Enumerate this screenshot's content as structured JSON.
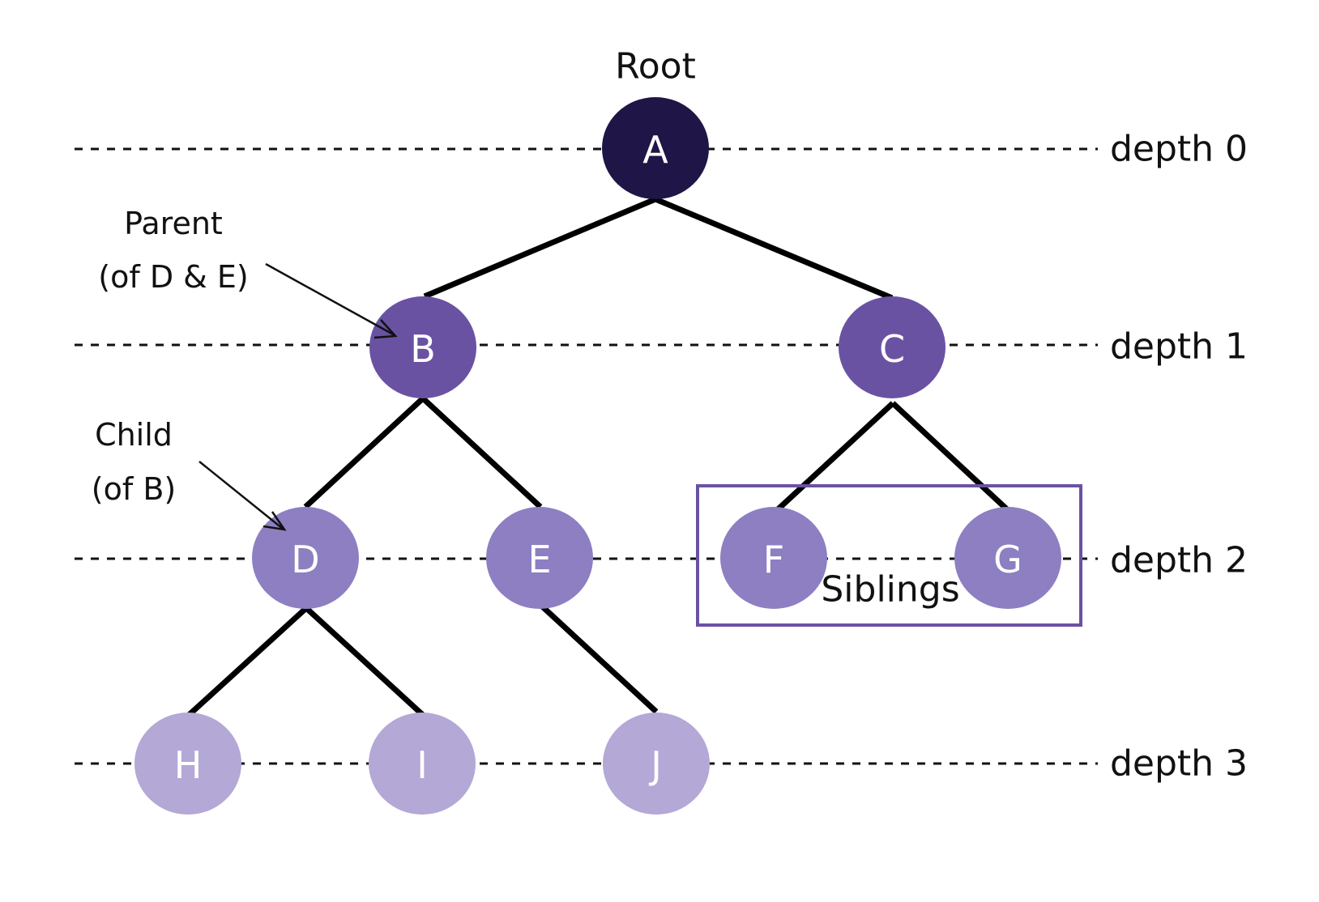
{
  "diagram": {
    "root_label": "Root",
    "parent_label": "Parent",
    "parent_sub_label": "(of D & E)",
    "child_label": "Child",
    "child_sub_label": "(of B)",
    "siblings_label": "Siblings",
    "depths": [
      "depth 0",
      "depth 1",
      "depth 2",
      "depth 3"
    ],
    "colors": {
      "depth0": "#1f1547",
      "depth1": "#6a52a3",
      "depth2": "#8d7fc2",
      "depth3": "#b3a8d6",
      "siblings_box": "#6a52a3"
    },
    "nodes": [
      {
        "id": "A",
        "label": "A",
        "depth": 0
      },
      {
        "id": "B",
        "label": "B",
        "depth": 1
      },
      {
        "id": "C",
        "label": "C",
        "depth": 1
      },
      {
        "id": "D",
        "label": "D",
        "depth": 2
      },
      {
        "id": "E",
        "label": "E",
        "depth": 2
      },
      {
        "id": "F",
        "label": "F",
        "depth": 2
      },
      {
        "id": "G",
        "label": "G",
        "depth": 2
      },
      {
        "id": "H",
        "label": "H",
        "depth": 3
      },
      {
        "id": "I",
        "label": "I",
        "depth": 3
      },
      {
        "id": "J",
        "label": "J",
        "depth": 3
      }
    ],
    "edges": [
      [
        "A",
        "B"
      ],
      [
        "A",
        "C"
      ],
      [
        "B",
        "D"
      ],
      [
        "B",
        "E"
      ],
      [
        "C",
        "F"
      ],
      [
        "C",
        "G"
      ],
      [
        "D",
        "H"
      ],
      [
        "D",
        "I"
      ],
      [
        "E",
        "J"
      ]
    ]
  }
}
